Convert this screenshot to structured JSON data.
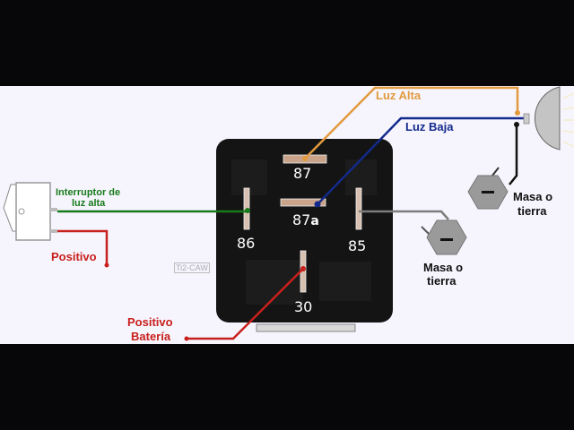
{
  "diagram": {
    "title": "Relay wiring diagram - high/low beam",
    "relay": {
      "pins": [
        {
          "id": "87",
          "label": "87"
        },
        {
          "id": "87a",
          "label": "87",
          "suffix": "a"
        },
        {
          "id": "86",
          "label": "86"
        },
        {
          "id": "85",
          "label": "85"
        },
        {
          "id": "30",
          "label": "30"
        }
      ],
      "watermark": "Ti2-CAW"
    },
    "labels": {
      "switch": "Interruptor de",
      "switch_line2": "luz alta",
      "positive": "Positivo",
      "battery_positive": "Positivo",
      "battery_positive_line2": "Batería",
      "high_beam": "Luz Alta",
      "low_beam": "Luz Baja",
      "ground_1": "Masa o",
      "ground_1_line2": "tierra",
      "ground_2": "Masa o",
      "ground_2_line2": "tierra",
      "watermark_left": "Ti2-CAW"
    },
    "wires": [
      {
        "name": "switch-to-86",
        "color": "#187a1a"
      },
      {
        "name": "positive-to-switch",
        "color": "#c8201c"
      },
      {
        "name": "battery-to-30",
        "color": "#c8201c"
      },
      {
        "name": "87-to-high-beam",
        "color": "#e29a3f"
      },
      {
        "name": "87a-to-low-beam",
        "color": "#132a8c"
      },
      {
        "name": "85-to-ground",
        "color": "#7d7d7d"
      },
      {
        "name": "lamp-to-ground",
        "color": "#111111"
      }
    ],
    "colors": {
      "background": "#f6f5fe",
      "letterbox": "#07070a",
      "relay_body": "#141414",
      "ground_nut": "#9a9a9a"
    }
  }
}
